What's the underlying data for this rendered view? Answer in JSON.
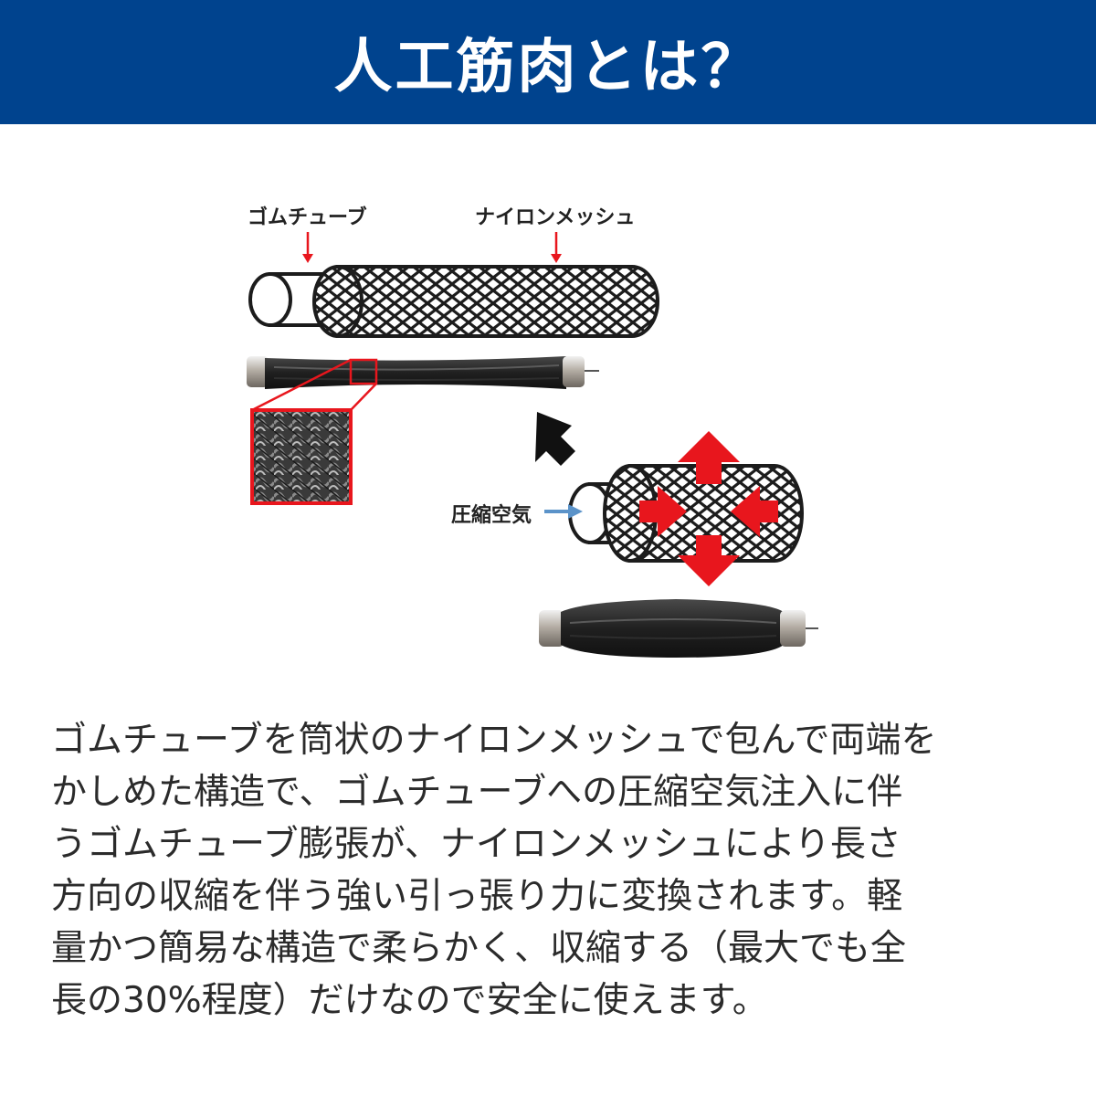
{
  "header": {
    "title": "人工筋肉とは？",
    "background": "#00438e"
  },
  "diagram": {
    "labels": {
      "rubber_tube": "ゴムチューブ",
      "nylon_mesh": "ナイロンメッシュ",
      "compressed_air": "圧縮空気"
    },
    "colors": {
      "arrow_red": "#e8161d",
      "arrow_blue": "#5b93c9",
      "mesh_dark": "#1c1c1c"
    }
  },
  "description": {
    "lines": [
      "ゴムチューブを筒状のナイロンメッシュで包んで両端を",
      "かしめた構造で、ゴムチューブへの圧縮空気注入に伴",
      "うゴムチューブ膨張が、ナイロンメッシュにより長さ",
      "方向の収縮を伴う強い引っ張り力に変換されます。軽",
      "量かつ簡易な構造で柔らかく、収縮する（最大でも全",
      "長の30%程度）だけなので安全に使えます。"
    ]
  }
}
